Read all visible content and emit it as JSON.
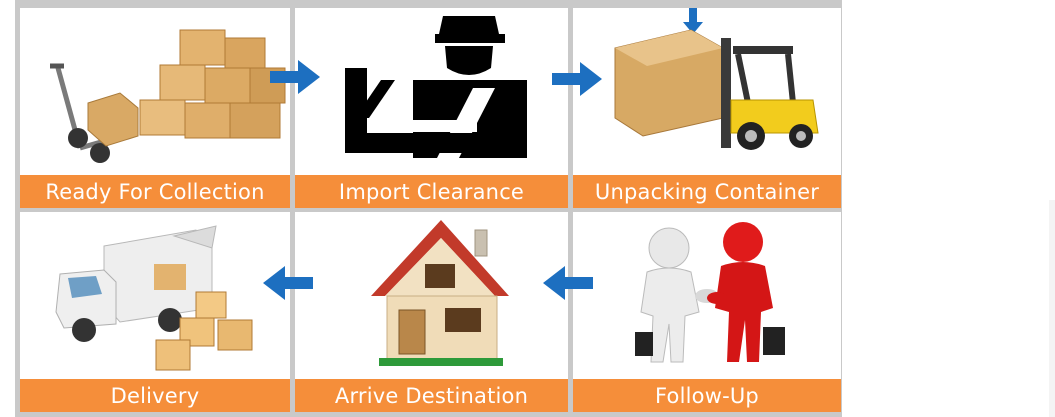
{
  "colors": {
    "label_bg": "#F58E3A",
    "arrow": "#1D6FC0",
    "grid": "#C9C9C9"
  },
  "steps": [
    {
      "label": "Ready For Collection",
      "icon": "hand-truck-boxes-icon"
    },
    {
      "label": "Import Clearance",
      "icon": "customs-officer-icon"
    },
    {
      "label": "Unpacking Container",
      "icon": "forklift-icon"
    },
    {
      "label": "Follow-Up",
      "icon": "handshake-icon"
    },
    {
      "label": "Arrive Destination",
      "icon": "house-icon"
    },
    {
      "label": "Delivery",
      "icon": "delivery-truck-icon"
    }
  ]
}
